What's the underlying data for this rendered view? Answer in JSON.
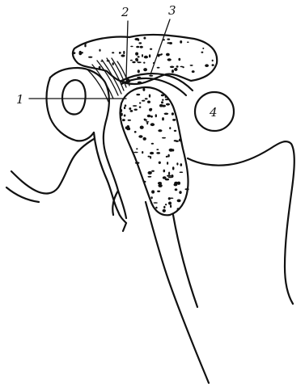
{
  "labels": {
    "l1": "1",
    "l2": "2",
    "l3": "3",
    "l4": "4"
  },
  "colors": {
    "ink": "#111111",
    "paper": "#ffffff"
  }
}
